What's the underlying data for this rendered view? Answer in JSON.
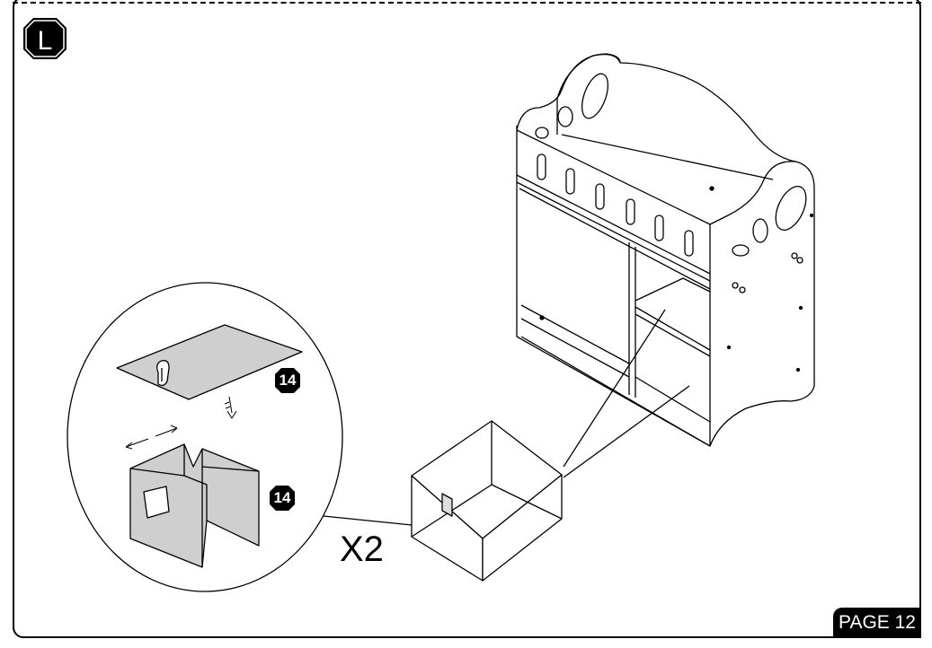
{
  "step": {
    "letter": "L"
  },
  "quantity_label": "X2",
  "parts": [
    {
      "number": "14"
    },
    {
      "number": "14"
    }
  ],
  "footer": {
    "page_label": "PAGE 12"
  },
  "colors": {
    "ink": "#000000",
    "panel_fill": "#cfcfcf",
    "background": "#ffffff"
  }
}
